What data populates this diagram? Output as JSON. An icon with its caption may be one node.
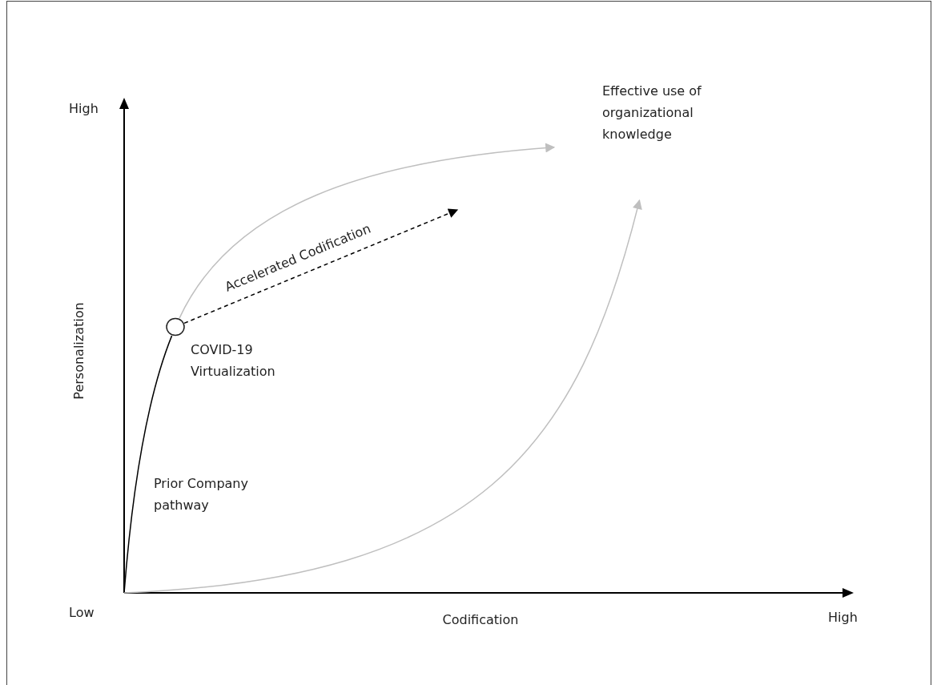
{
  "diagram": {
    "nodes": [
      {
        "text": [],
        "shape": "circle",
        "beside": [
          "COVID-19 Virtualization"
        ]
      },
      {
        "text": [
          "Effective use of organizational knowledge"
        ]
      }
    ],
    "edges": [
      {
        "from": null,
        "to": 0,
        "arrow": "none"
      },
      {
        "from": 0,
        "to": 1,
        "arrow": "to",
        "color": "#bfbfbf"
      },
      {
        "from": 0,
        "to": null,
        "arrow": "to",
        "style": "dashed",
        "label": "Accelerated Codification"
      },
      {
        "from": null,
        "to": 1,
        "arrow": "to",
        "color": "#bfbfbf"
      }
    ],
    "labels": [
      "High",
      "Personalization",
      "Prior Company pathway",
      "Low",
      "Codification",
      "High"
    ]
  }
}
